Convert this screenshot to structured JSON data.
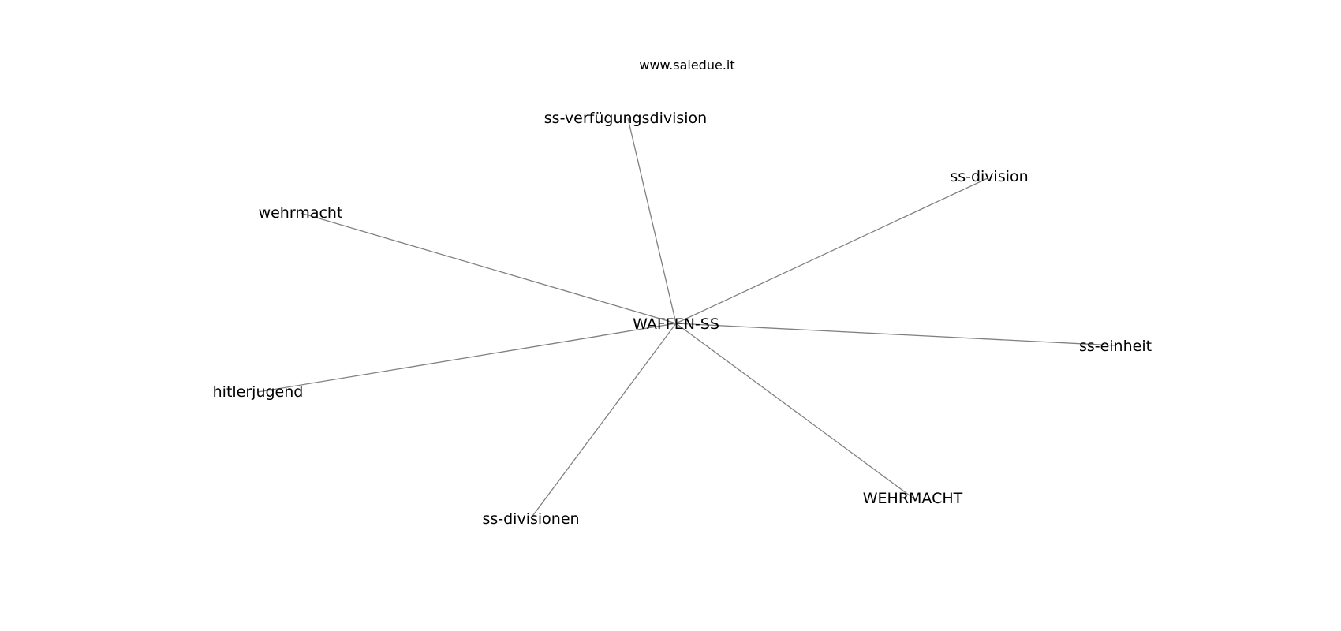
{
  "watermark": "www.saiedue.it",
  "graph": {
    "center": "WAFFEN-SS",
    "nodes": [
      "ss-verfügungsdivision",
      "ss-division",
      "wehrmacht",
      "ss-einheit",
      "hitlerjugend",
      "WEHRMACHT",
      "ss-divisionen"
    ]
  },
  "colors": {
    "edge": "#808080",
    "text": "#000000",
    "background": "#ffffff"
  }
}
